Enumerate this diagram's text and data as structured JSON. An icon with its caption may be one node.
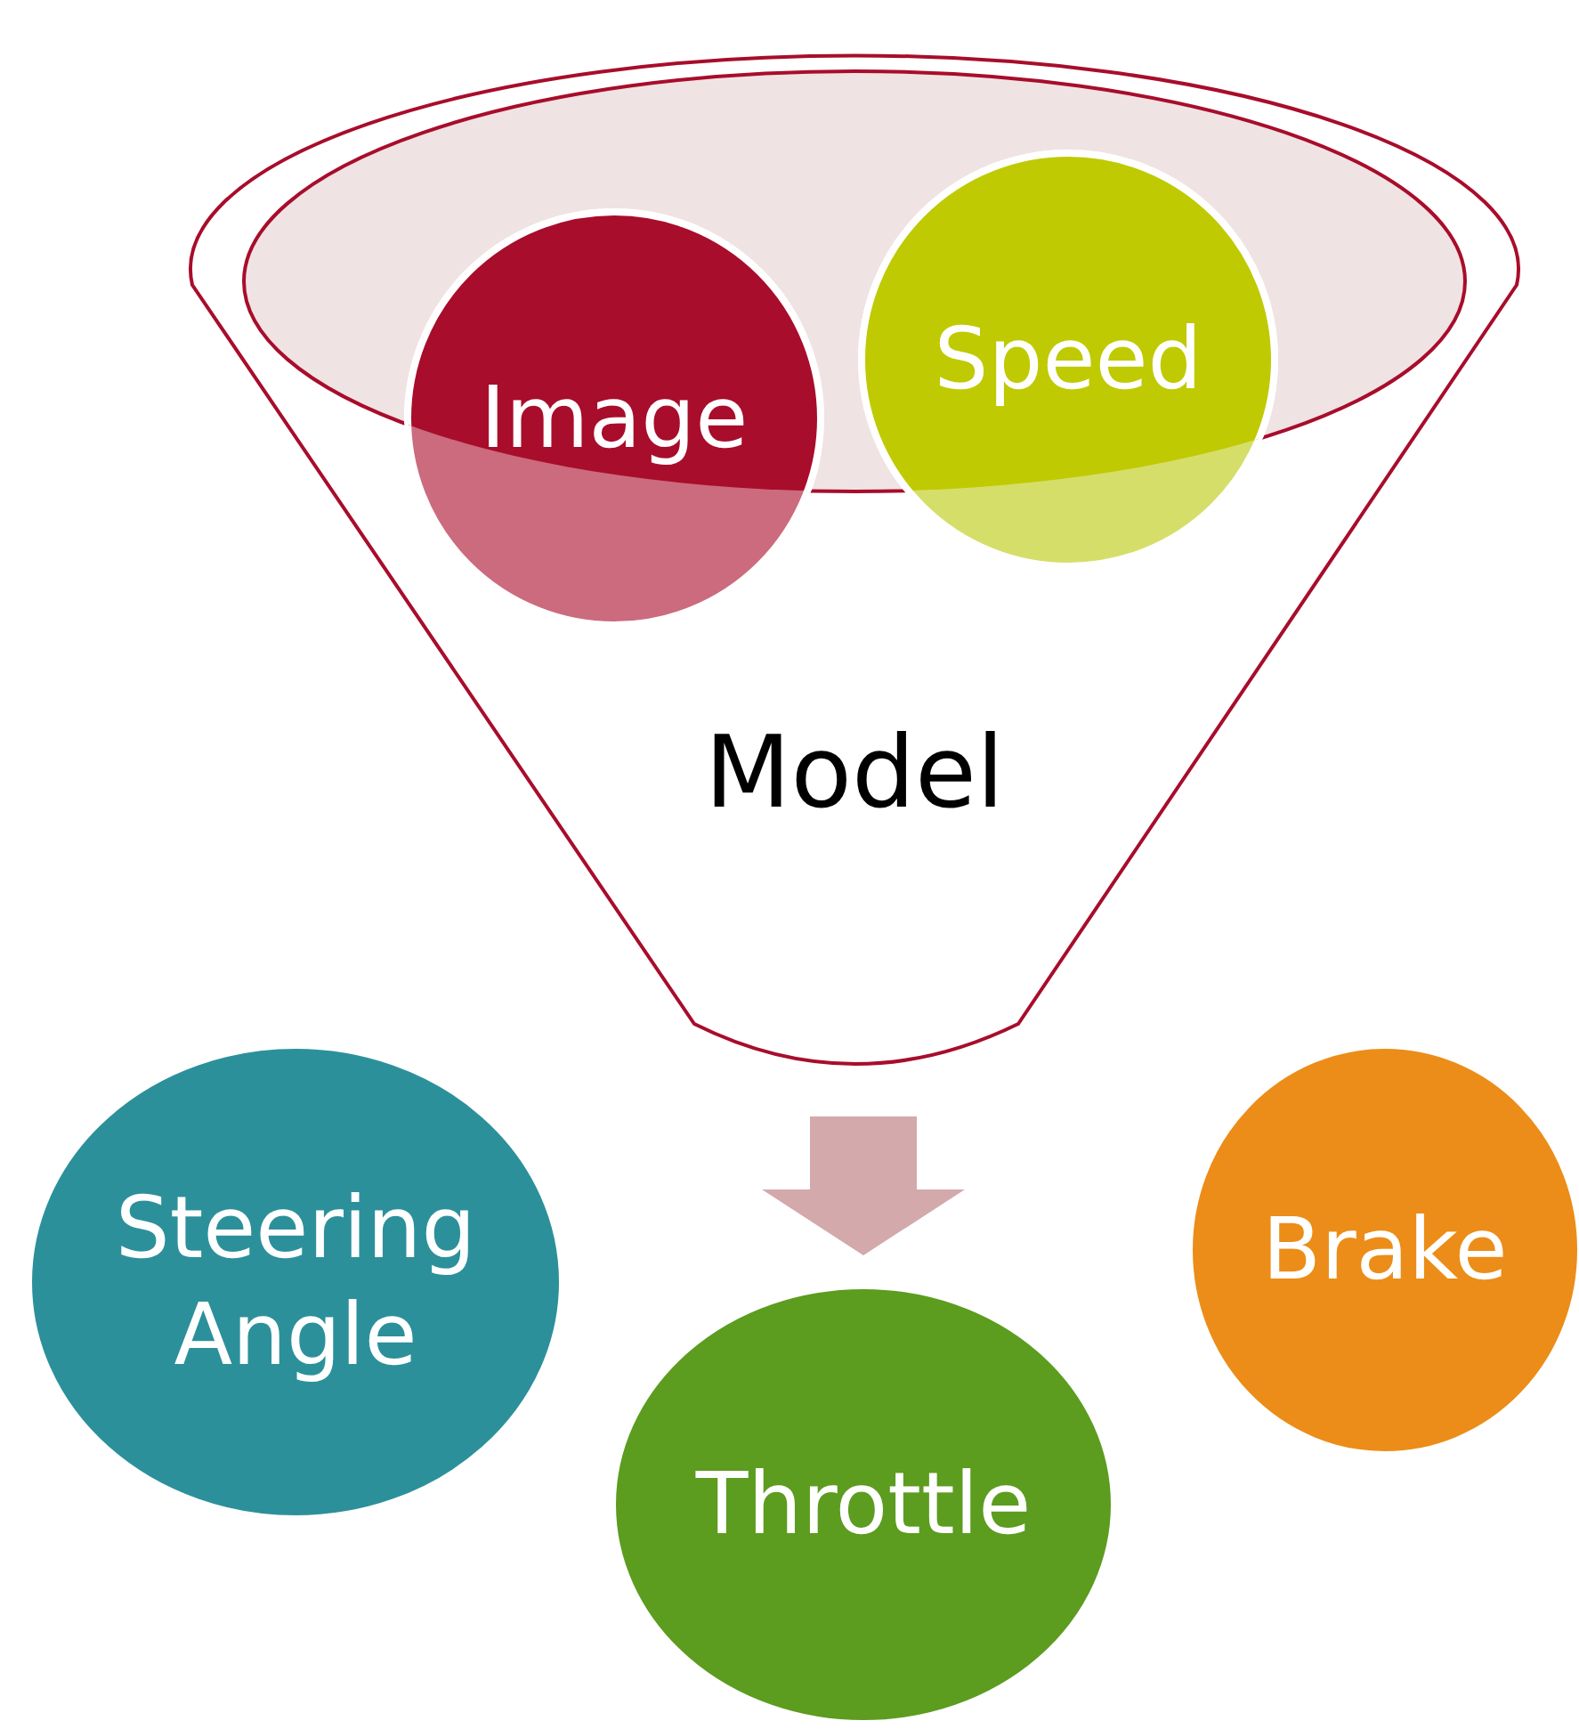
{
  "diagram": {
    "nodes": [
      {
        "text": [
          "Model"
        ]
      },
      {
        "text": [
          "Image"
        ],
        "in": 0
      },
      {
        "text": [
          "Speed"
        ],
        "in": 0
      },
      {
        "text": [
          "Steering Angle"
        ]
      },
      {
        "text": [
          "Throttle"
        ]
      },
      {
        "text": [
          "Brake"
        ]
      }
    ],
    "edges": [
      {
        "from": 0,
        "to": 4,
        "arrow": "to",
        "style": "thick",
        "color": "#d3a9ab"
      }
    ]
  }
}
